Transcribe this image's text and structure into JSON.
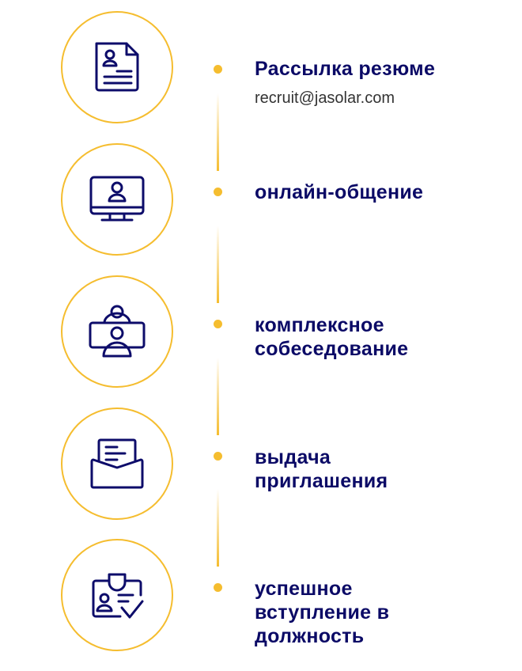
{
  "steps": [
    {
      "title": "Рассылка резюме",
      "subtitle": "recruit@jasolar.com",
      "icon": "resume-icon"
    },
    {
      "title": "онлайн-общение",
      "icon": "monitor-user-icon"
    },
    {
      "title": "комплексное собеседование",
      "icon": "interview-icon"
    },
    {
      "title": "выдача приглашения",
      "icon": "envelope-letter-icon"
    },
    {
      "title": "успешное вступление в должность",
      "icon": "badge-check-icon"
    }
  ],
  "colors": {
    "accent": "#f5bd2f",
    "text": "#0b0a66",
    "icon": "#0d0c6a"
  }
}
